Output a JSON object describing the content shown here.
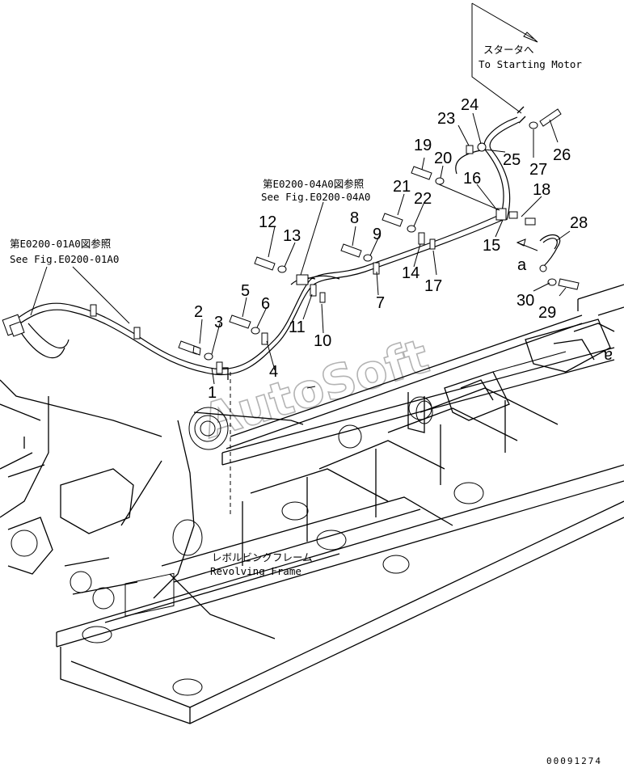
{
  "notes": {
    "starter_ja": "スタータへ",
    "starter_en": "To Starting Motor",
    "ref1_ja": "第E0200-01A0図参照",
    "ref1_en": "See Fig.E0200-01A0",
    "ref2_ja": "第E0200-04A0図参照",
    "ref2_en": "See Fig.E0200-04A0",
    "frame_ja": "レボルビングフレーム",
    "frame_en": "Revolving Frame",
    "view_a1": "a",
    "view_a2": "a"
  },
  "part_numbers": [
    "1",
    "2",
    "3",
    "4",
    "5",
    "6",
    "7",
    "8",
    "9",
    "10",
    "11",
    "12",
    "13",
    "14",
    "15",
    "16",
    "17",
    "18",
    "19",
    "20",
    "21",
    "22",
    "23",
    "24",
    "25",
    "26",
    "27",
    "28",
    "29",
    "30"
  ],
  "drawing_id": "00091274",
  "watermark": "AutoSoft"
}
